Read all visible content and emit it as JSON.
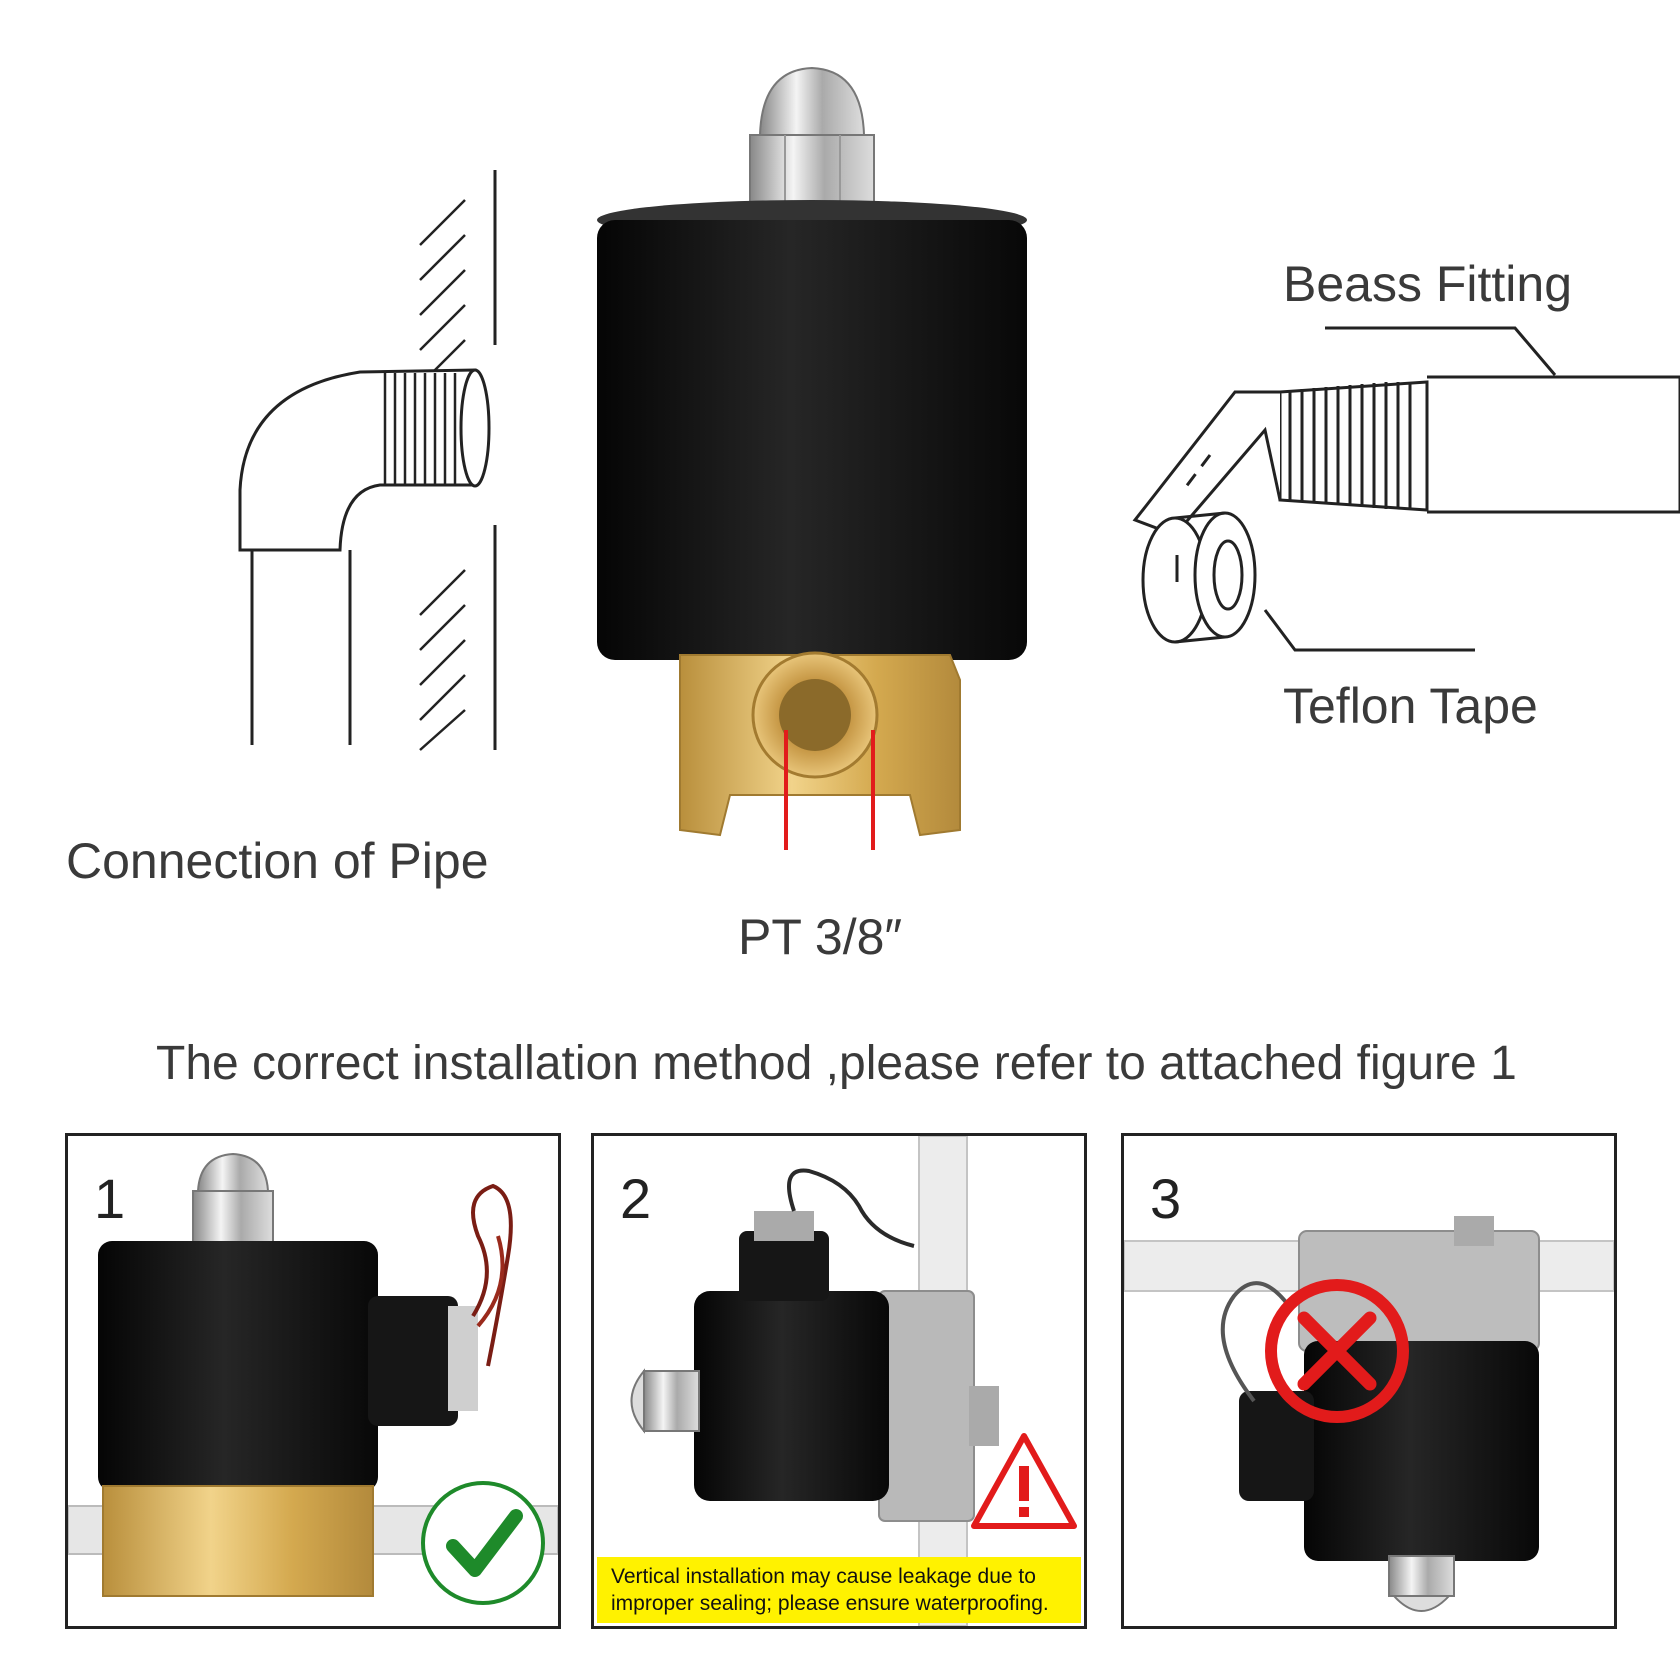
{
  "labels": {
    "connection_of_pipe": "Connection of Pipe",
    "brass_fitting": "Beass Fitting",
    "teflon_tape": "Teflon Tape",
    "port_size": "PT 3/8″",
    "instruction": "The correct installation method ,please refer to attached figure 1"
  },
  "panels": [
    {
      "number": "1",
      "status_icon": "check-circle-icon",
      "status_color": "#1e8a2a"
    },
    {
      "number": "2",
      "status_icon": "warning-triangle-icon",
      "status_color": "#e21b1b",
      "warning_lines": [
        "Vertical installation may cause leakage due to",
        "improper sealing; please ensure waterproofing."
      ],
      "warning_bg": "#fff200"
    },
    {
      "number": "3",
      "status_icon": "cross-circle-icon",
      "status_color": "#e21b1b"
    }
  ],
  "colors": {
    "brass": "#d9b25c",
    "coil": "#111111",
    "dimension": "#e21b1b"
  }
}
